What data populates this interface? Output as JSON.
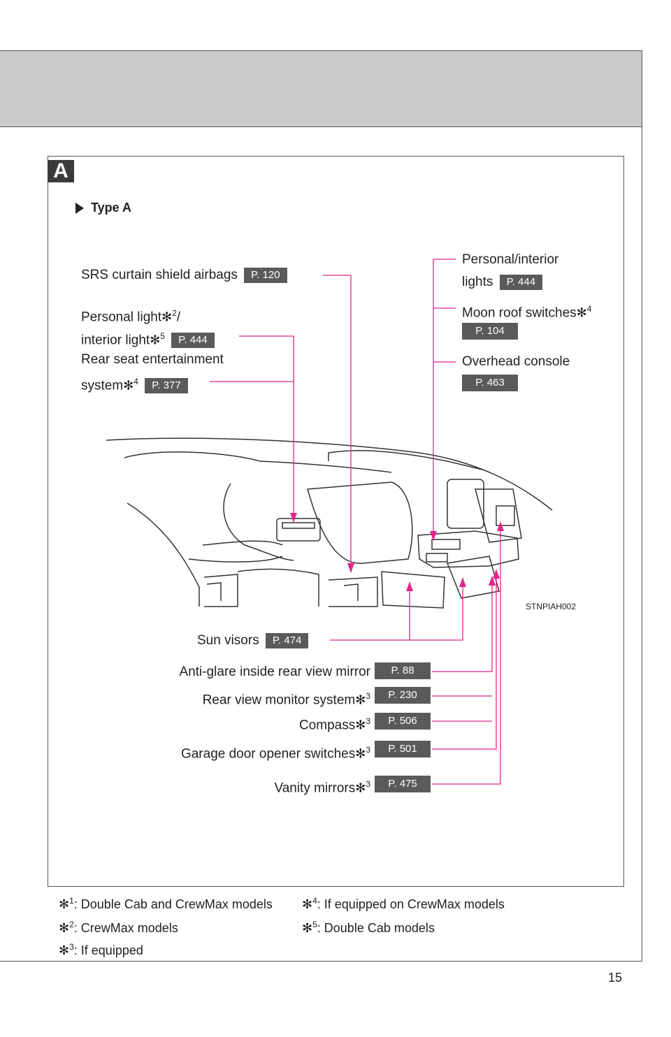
{
  "section_badge": "A",
  "type_label": "Type A",
  "figure_code": "STNPIAH002",
  "page_number": "15",
  "labels": {
    "srs": {
      "text": "SRS curtain shield airbags",
      "page": "P. 120"
    },
    "personal_light_line1": "Personal light",
    "personal_light_sup1": "2",
    "personal_light_slash": "/",
    "personal_light_line2": "interior light",
    "personal_light_sup2": "5",
    "personal_light_page": "P. 444",
    "rear_seat_line1": "Rear seat entertainment",
    "rear_seat_line2": "system",
    "rear_seat_sup": "4",
    "rear_seat_page": "P. 377",
    "personal_interior_line1": "Personal/interior",
    "personal_interior_line2": "lights",
    "personal_interior_page": "P. 444",
    "moon_roof": "Moon roof switches",
    "moon_roof_sup": "4",
    "moon_roof_page": "P. 104",
    "overhead": "Overhead console",
    "overhead_page": "P. 463",
    "sun_visors": "Sun visors",
    "sun_visors_page": "P. 474",
    "anti_glare": "Anti-glare inside rear view mirror",
    "anti_glare_page": "P. 88",
    "rear_view_monitor": "Rear view monitor system",
    "rear_view_monitor_sup": "3",
    "rear_view_monitor_page": "P. 230",
    "compass": "Compass",
    "compass_sup": "3",
    "compass_page": "P. 506",
    "garage": "Garage door opener switches",
    "garage_sup": "3",
    "garage_page": "P. 501",
    "vanity": "Vanity mirrors",
    "vanity_sup": "3",
    "vanity_page": "P. 475"
  },
  "footnotes": [
    {
      "num": "1",
      "text": ": Double Cab and CrewMax models"
    },
    {
      "num": "2",
      "text": ": CrewMax models"
    },
    {
      "num": "3",
      "text": ": If equipped"
    },
    {
      "num": "4",
      "text": ": If equipped on CrewMax models"
    },
    {
      "num": "5",
      "text": ": Double Cab models"
    }
  ],
  "asterisk": "✻",
  "colors": {
    "leader": "#e0268c",
    "badge": "#5a5a5a",
    "band": "#c9c9c9"
  }
}
